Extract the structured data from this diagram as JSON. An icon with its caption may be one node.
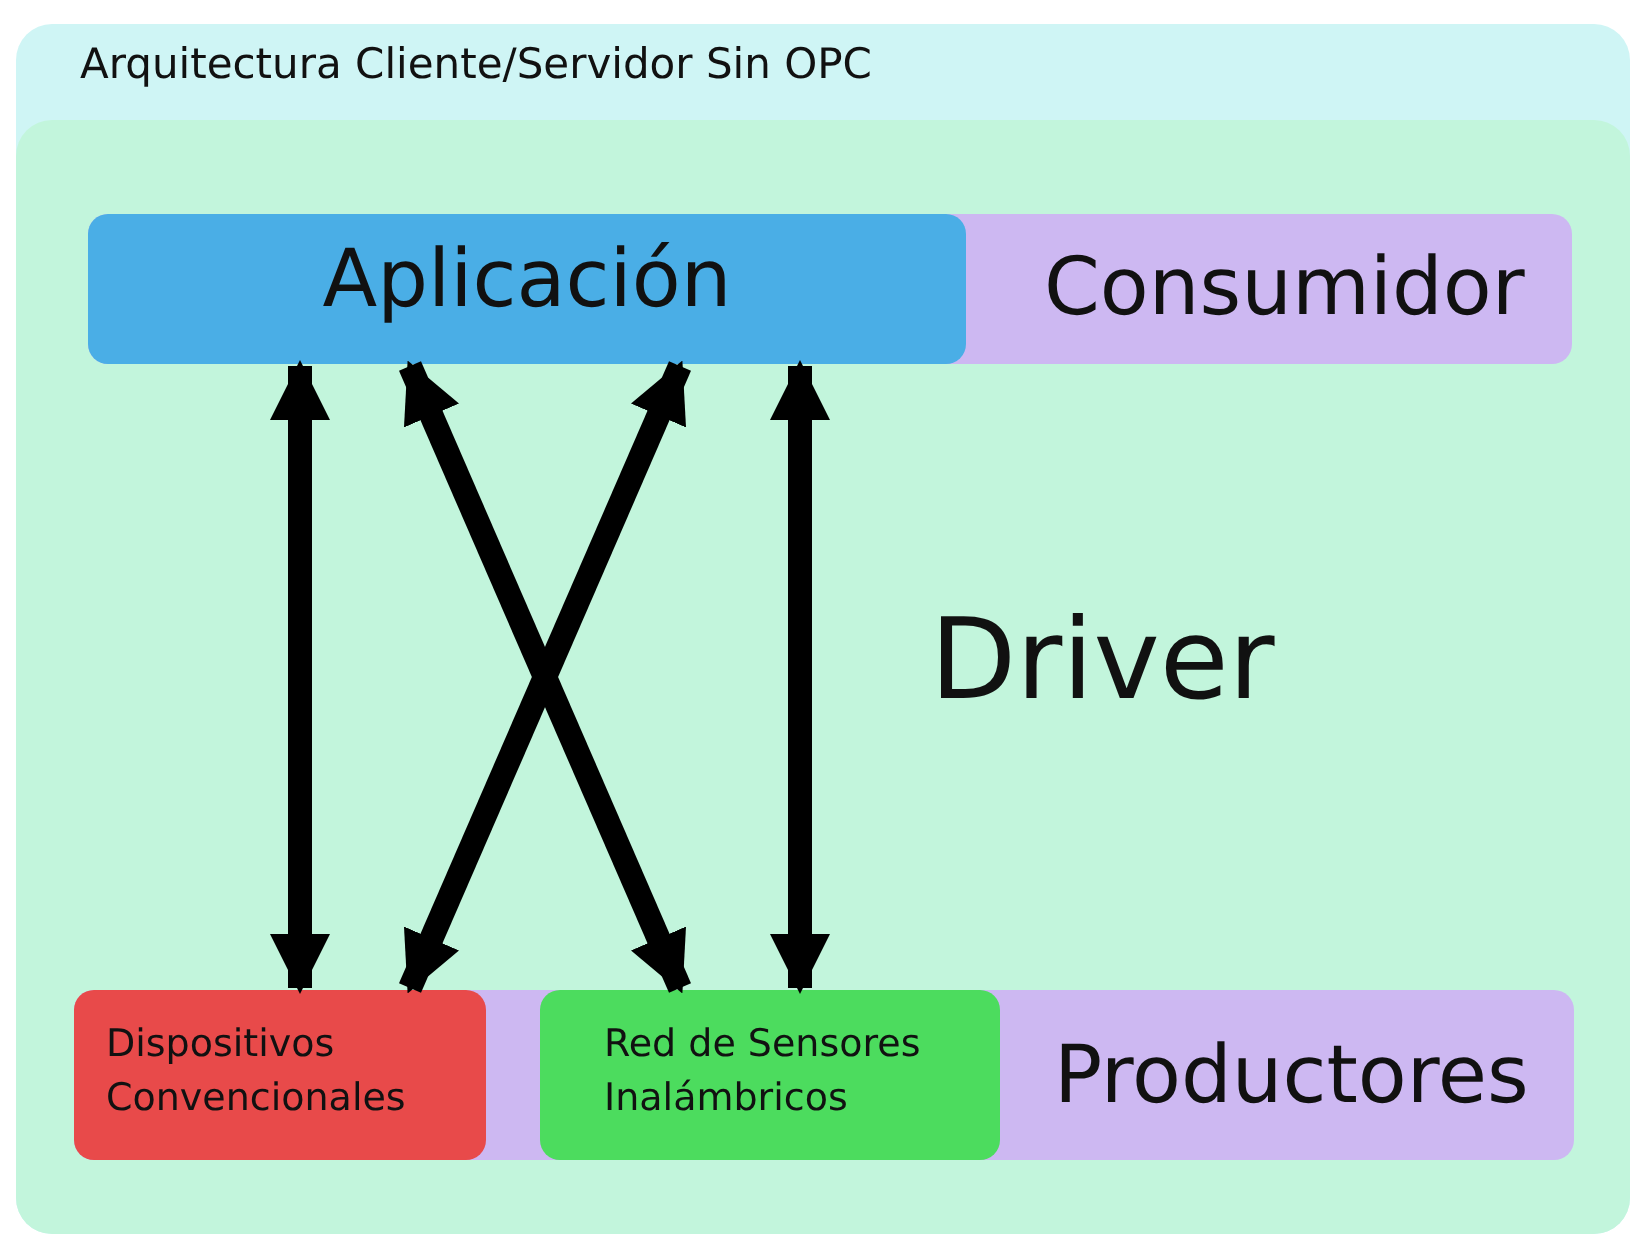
{
  "diagram": {
    "nodes": [
      {
        "text": [
          "Arquitectura Cliente/Servidor Sin OPC"
        ]
      },
      {
        "text": [],
        "shape": "box",
        "in": 0
      },
      {
        "text": [
          "Consumidor"
        ],
        "in": 1
      },
      {
        "text": [
          "Aplicación"
        ],
        "in": 2
      },
      {
        "text": [
          "Productores"
        ],
        "in": 1
      },
      {
        "text": [
          "Dispositivos Convencionales"
        ],
        "in": 4
      },
      {
        "text": [
          "Red de Sensores Inalámbricos"
        ],
        "in": 4
      }
    ],
    "edges": [
      {
        "from": 3,
        "to": 5,
        "arrow": "both"
      },
      {
        "from": 3,
        "to": 6,
        "arrow": "both"
      },
      {
        "from": 3,
        "to": 5,
        "arrow": "both"
      },
      {
        "from": 3,
        "to": 6,
        "arrow": "both"
      }
    ],
    "labels": [
      "Driver"
    ]
  }
}
